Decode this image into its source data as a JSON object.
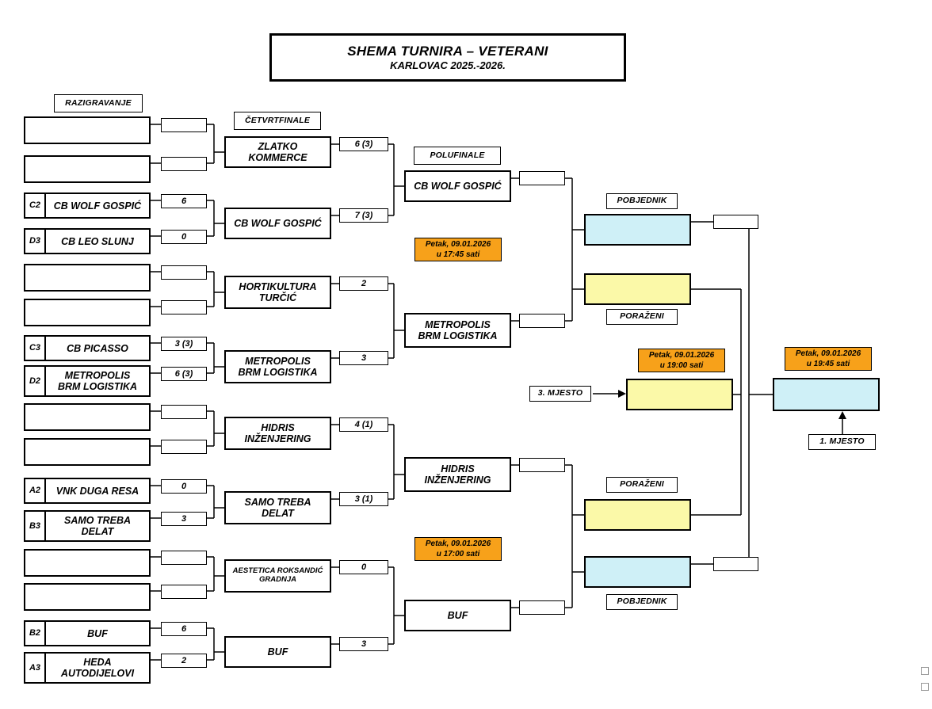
{
  "title": {
    "line1": "SHEMA TURNIRA – VETERANI",
    "line2": "KARLOVAC 2025.-2026."
  },
  "round_labels": {
    "razigravanje": "RAZIGRAVANJE",
    "cetvrtfinale": "ČETVRTFINALE",
    "polufinale": "POLUFINALE"
  },
  "razigravanje": [
    {
      "seed": "",
      "team": "",
      "score": ""
    },
    {
      "seed": "",
      "team": "",
      "score": ""
    },
    {
      "seed": "C2",
      "team": "CB WOLF GOSPIĆ",
      "score": "6"
    },
    {
      "seed": "D3",
      "team": "CB LEO SLUNJ",
      "score": "0"
    },
    {
      "seed": "",
      "team": "",
      "score": ""
    },
    {
      "seed": "",
      "team": "",
      "score": ""
    },
    {
      "seed": "C3",
      "team": "CB PICASSO",
      "score": "3 (3)"
    },
    {
      "seed": "D2",
      "team": "METROPOLIS\nBRM LOGISTIKA",
      "score": "6 (3)"
    },
    {
      "seed": "",
      "team": "",
      "score": ""
    },
    {
      "seed": "",
      "team": "",
      "score": ""
    },
    {
      "seed": "A2",
      "team": "VNK DUGA RESA",
      "score": "0"
    },
    {
      "seed": "B3",
      "team": "SAMO TREBA\nDELAT",
      "score": "3"
    },
    {
      "seed": "",
      "team": "",
      "score": ""
    },
    {
      "seed": "",
      "team": "",
      "score": ""
    },
    {
      "seed": "B2",
      "team": "BUF",
      "score": "6"
    },
    {
      "seed": "A3",
      "team": "HEDA\nAUTODIJELOVI",
      "score": "2"
    }
  ],
  "quarterfinals": [
    {
      "team": "ZLATKO\nKOMMERCE",
      "score": "6 (3)"
    },
    {
      "team": "CB WOLF GOSPIĆ",
      "score": "7 (3)"
    },
    {
      "team": "HORTIKULTURA\nTURČIĆ",
      "score": "2"
    },
    {
      "team": "METROPOLIS\nBRM LOGISTIKA",
      "score": "3"
    },
    {
      "team": "HIDRIS\nINŽENJERING",
      "score": "4 (1)"
    },
    {
      "team": "SAMO TREBA\nDELAT",
      "score": "3 (1)"
    },
    {
      "team": "AESTETICA ROKSANDIĆ\nGRADNJA",
      "score": "0"
    },
    {
      "team": "BUF",
      "score": "3"
    }
  ],
  "semifinals": [
    {
      "team": "CB WOLF GOSPIĆ"
    },
    {
      "team": "METROPOLIS\nBRM LOGISTIKA"
    },
    {
      "team": "HIDRIS\nINŽENJERING"
    },
    {
      "team": "BUF"
    }
  ],
  "schedule": {
    "semifinal1": {
      "date": "Petak, 09.01.2026",
      "time": "u 17:45 sati"
    },
    "semifinal2": {
      "date": "Petak, 09.01.2026",
      "time": "u 17:00 sati"
    },
    "third_place": {
      "date": "Petak, 09.01.2026",
      "time": "u 19:00 sati"
    },
    "final": {
      "date": "Petak, 09.01.2026",
      "time": "u 19:45 sati"
    }
  },
  "final_labels": {
    "pobjednik_top": "POBJEDNIK",
    "porazeni_top": "PORAŽENI",
    "porazeni_bottom": "PORAŽENI",
    "pobjednik_bottom": "POBJEDNIK",
    "third_place": "3. MJESTO",
    "first_place": "1. MJESTO"
  },
  "colors": {
    "winner_box": "#CFF0F7",
    "loser_box": "#FBF9A8",
    "schedule_box": "#F7A11A",
    "line": "#000000"
  }
}
